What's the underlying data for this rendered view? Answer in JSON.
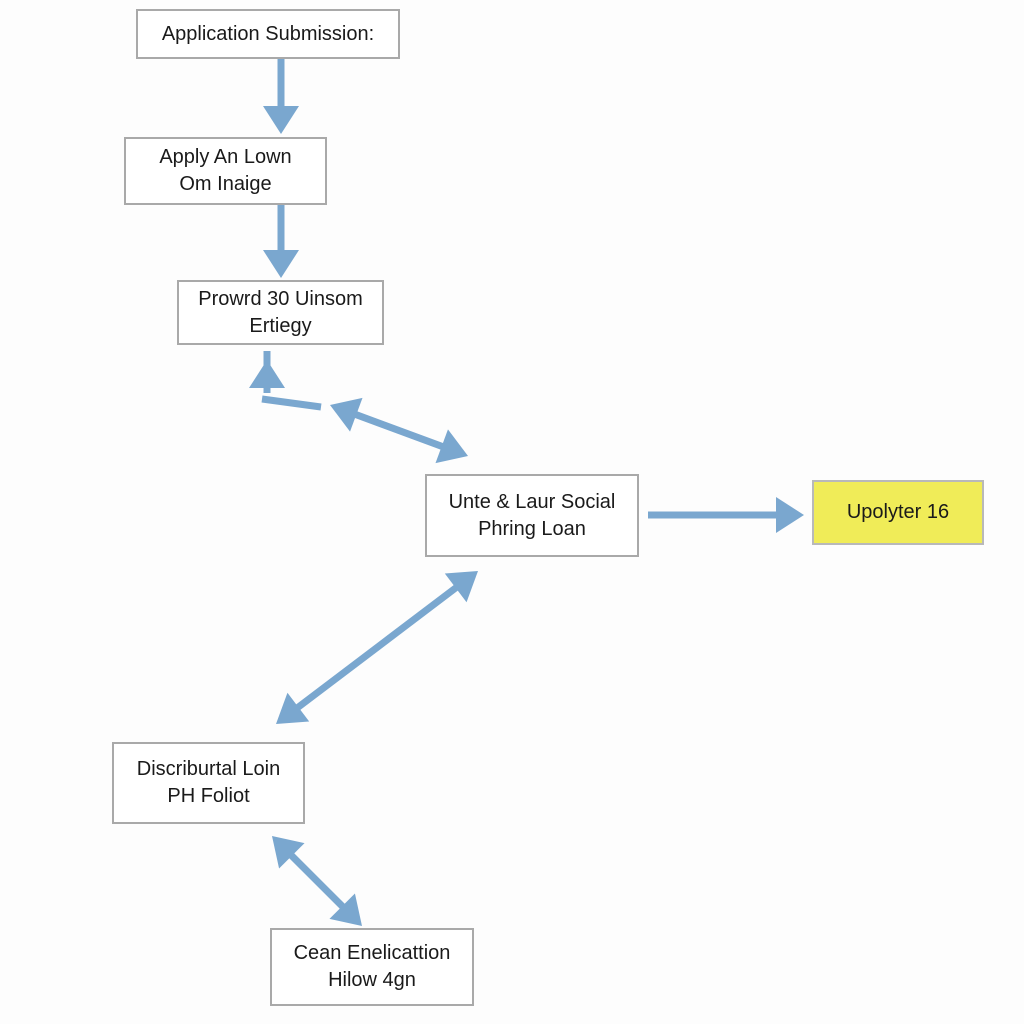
{
  "colors": {
    "arrow": "#7aa7cf",
    "node_border": "#a9a9a9",
    "highlight_fill": "#f0ec58"
  },
  "nodes": {
    "submission": {
      "line1": "Application Submission:"
    },
    "apply": {
      "line1": "Apply An Lown",
      "line2": "Om Inaige"
    },
    "prowrd": {
      "line1": "Prowrd 30 Uinsom",
      "line2": "Ertiegy"
    },
    "unte": {
      "line1": "Unte & Laur Social",
      "line2": "Phring Loan"
    },
    "upolyter": {
      "line1": "Upolyter 16"
    },
    "discrib": {
      "line1": "Discriburtal Loin",
      "line2": "PH Foliot"
    },
    "cean": {
      "line1": "Cean Enelicattion",
      "line2": "Hilow 4gn"
    }
  }
}
